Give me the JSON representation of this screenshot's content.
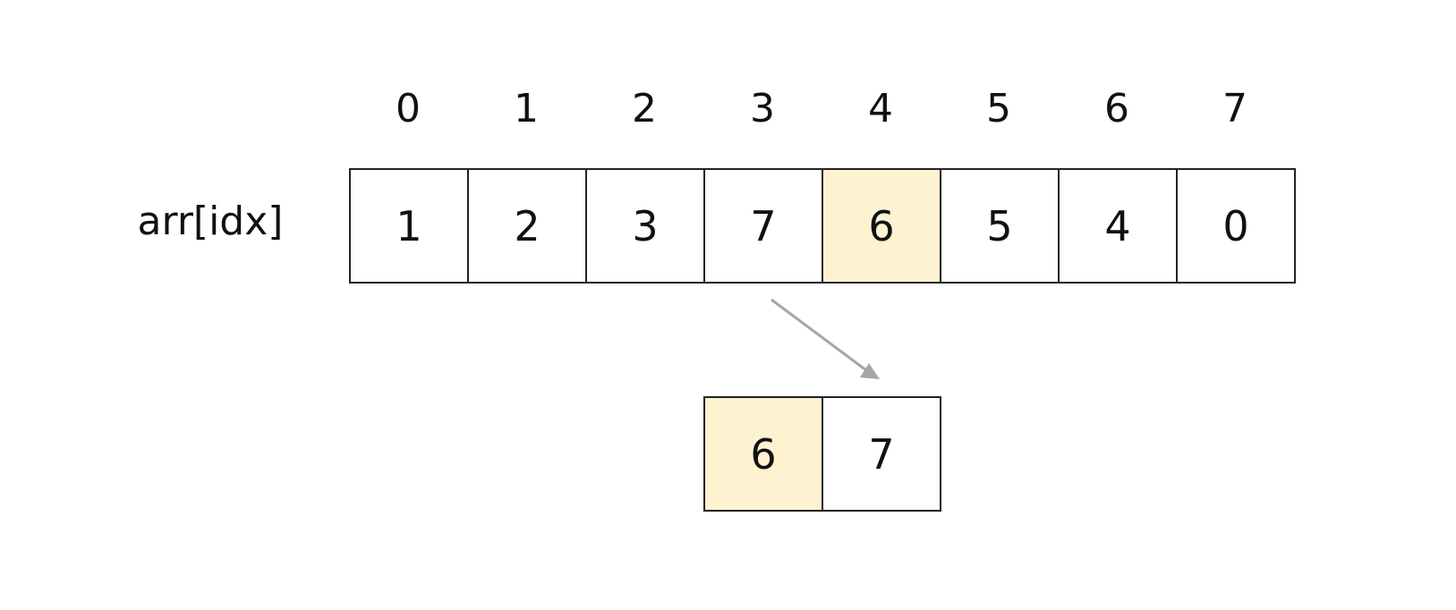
{
  "row_label": "arr[idx]",
  "indices": [
    "0",
    "1",
    "2",
    "3",
    "4",
    "5",
    "6",
    "7"
  ],
  "array": [
    {
      "value": "1",
      "highlight": false
    },
    {
      "value": "2",
      "highlight": false
    },
    {
      "value": "3",
      "highlight": false
    },
    {
      "value": "7",
      "highlight": false
    },
    {
      "value": "6",
      "highlight": true
    },
    {
      "value": "5",
      "highlight": false
    },
    {
      "value": "4",
      "highlight": false
    },
    {
      "value": "0",
      "highlight": false
    }
  ],
  "sub_array": [
    {
      "value": "6",
      "highlight": true
    },
    {
      "value": "7",
      "highlight": false
    }
  ],
  "colors": {
    "highlight": "#fff2d1",
    "border": "#222222",
    "arrow": "#a6a6a6"
  }
}
